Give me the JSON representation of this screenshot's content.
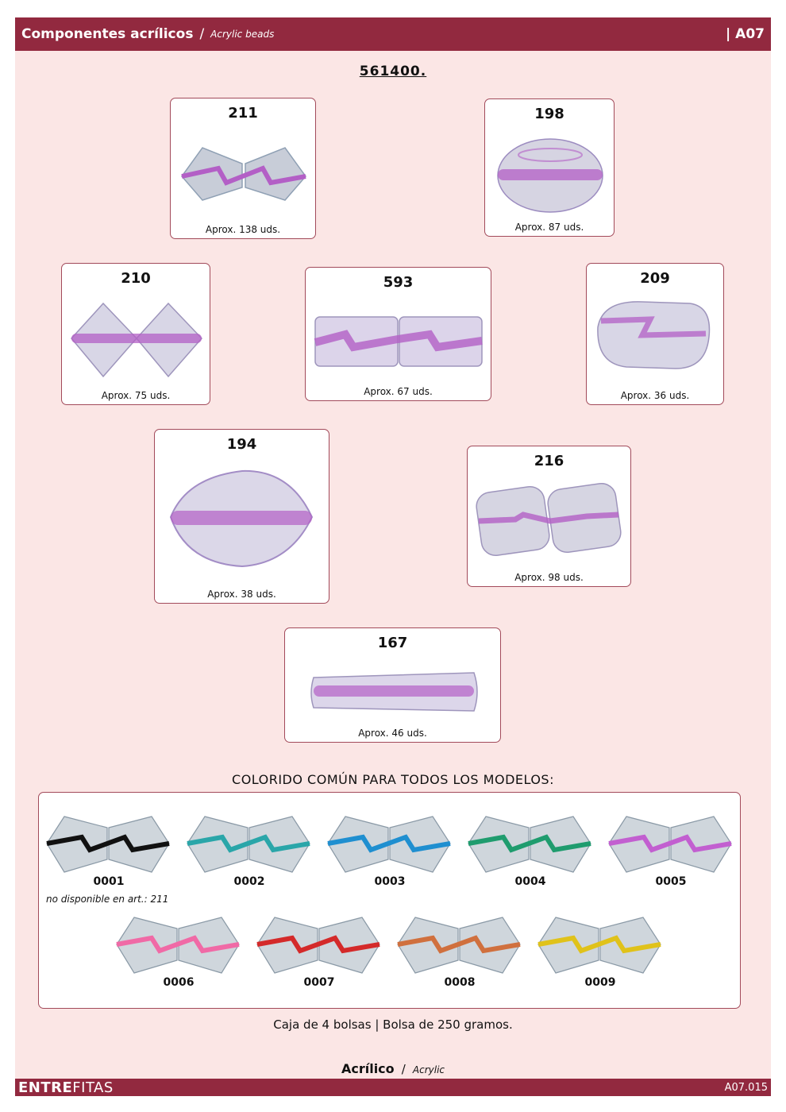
{
  "header": {
    "title": "Componentes acrílicos",
    "separator": "/",
    "subtitle": "Acrylic beads",
    "code": "| A07"
  },
  "reference": "561400.",
  "products": [
    {
      "num": "211",
      "qty": "Aprox. 138 uds.",
      "shape": "bicone-diamond"
    },
    {
      "num": "198",
      "qty": "Aprox. 87 uds.",
      "shape": "oval-round"
    },
    {
      "num": "210",
      "qty": "Aprox. 75 uds.",
      "shape": "bicone-diamond"
    },
    {
      "num": "593",
      "qty": "Aprox. 67 uds.",
      "shape": "rectangle-pair"
    },
    {
      "num": "209",
      "qty": "Aprox. 36 uds.",
      "shape": "nugget"
    },
    {
      "num": "194",
      "qty": "Aprox. 38 uds.",
      "shape": "large-oval"
    },
    {
      "num": "216",
      "qty": "Aprox. 98 uds.",
      "shape": "cube-pair"
    },
    {
      "num": "167",
      "qty": "Aprox. 46 uds.",
      "shape": "long-tube"
    }
  ],
  "bead_color": "#b35fc6",
  "colors_title": "COLORIDO COMÚN PARA TODOS LOS MODELOS:",
  "colors": [
    {
      "code": "0001",
      "color": "#111111"
    },
    {
      "code": "0002",
      "color": "#2aa6a9"
    },
    {
      "code": "0003",
      "color": "#1f8fd0"
    },
    {
      "code": "0004",
      "color": "#1f9c6e"
    },
    {
      "code": "0005",
      "color": "#c25fd0"
    },
    {
      "code": "0006",
      "color": "#f06aa6"
    },
    {
      "code": "0007",
      "color": "#d42a2a"
    },
    {
      "code": "0008",
      "color": "#d0703e"
    },
    {
      "code": "0009",
      "color": "#e0c21a"
    }
  ],
  "color_note": "no disponible en art.: 211",
  "packaging": "Caja de 4 bolsas | Bolsa de 250 gramos.",
  "material": {
    "main": "Acrílico",
    "separator": "/",
    "sub": "Acrylic"
  },
  "footer": {
    "brand_bold": "ENTRE",
    "brand_light": "FITAS",
    "page": "A07.015"
  }
}
